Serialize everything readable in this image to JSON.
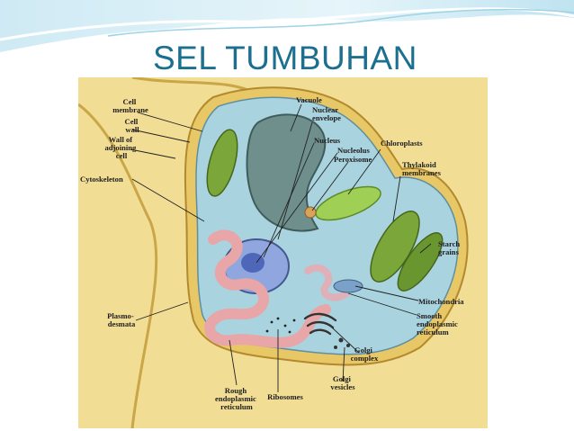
{
  "slide": {
    "title": "SEL TUMBUHAN"
  },
  "diagram": {
    "labels": {
      "cell_membrane": [
        "Cell",
        "membrane"
      ],
      "cell_wall": [
        "Cell",
        "wall"
      ],
      "wall_adjoining": [
        "Wall of",
        "adjoining",
        "cell"
      ],
      "cytoskeleton": [
        "Cytoskeleton"
      ],
      "plasmodesmata": [
        "Plasmo-",
        "desmata"
      ],
      "rough_er": [
        "Rough",
        "endoplasmic",
        "reticulum"
      ],
      "ribosomes": [
        "Ribosomes"
      ],
      "golgi_vesicles": [
        "Golgi",
        "vesicles"
      ],
      "golgi_complex": [
        "Golgi",
        "complex"
      ],
      "smooth_er": [
        "Smooth",
        "endoplasmic",
        "reticulum"
      ],
      "mitochondria": [
        "Mitochondria"
      ],
      "starch_grains": [
        "Starch",
        "grains"
      ],
      "thylakoid": [
        "Thylakoid",
        "membranes"
      ],
      "chloroplasts": [
        "Chloroplasts"
      ],
      "vacuole": [
        "Vacuole"
      ],
      "nuclear_envelope": [
        "Nuclear",
        "envelope"
      ],
      "nucleus": [
        "Nucleus"
      ],
      "nucleolus": [
        "Nucleolus"
      ],
      "peroxisome": [
        "Peroxisome"
      ]
    },
    "colors": {
      "wall": "#e8c766",
      "cytoplasm": "#a9d3df",
      "vacuole": "#6f8f8c",
      "chloroplast": "#7ba63a",
      "rough_er": "#e8a6a8",
      "nucleus": "#6f86c8",
      "title": "#1b6f8f"
    }
  }
}
